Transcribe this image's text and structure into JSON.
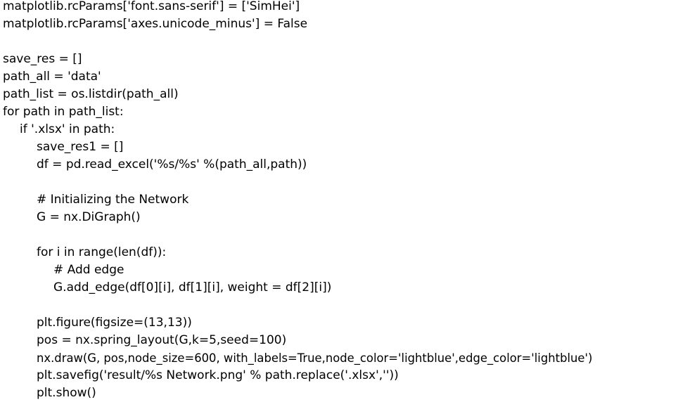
{
  "code_lines": [
    "matplotlib.rcParams['font.sans-serif'] = ['SimHei']",
    "matplotlib.rcParams['axes.unicode_minus'] = False",
    "",
    "save_res = []",
    "path_all = 'data'",
    "path_list = os.listdir(path_all)",
    "for path in path_list:",
    "if '.xlsx' in path:",
    "save_res1 = []",
    "df = pd.read_excel('%s/%s' %(path_all,path))",
    "",
    "# Initializing the Network",
    "G = nx.DiGraph()",
    "",
    "for i in range(len(df)):",
    "# Add edge",
    "G.add_edge(df[0][i], df[1][i], weight = df[2][i])",
    "",
    "plt.figure(figsize=(13,13))",
    "pos = nx.spring_layout(G,k=5,seed=100)",
    "nx.draw(G, pos,node_size=600, with_labels=True,node_color='lightblue',edge_color='lightblue')",
    "plt.savefig('result/%s Network.png' % path.replace('.xlsx',''))",
    "plt.show()"
  ]
}
